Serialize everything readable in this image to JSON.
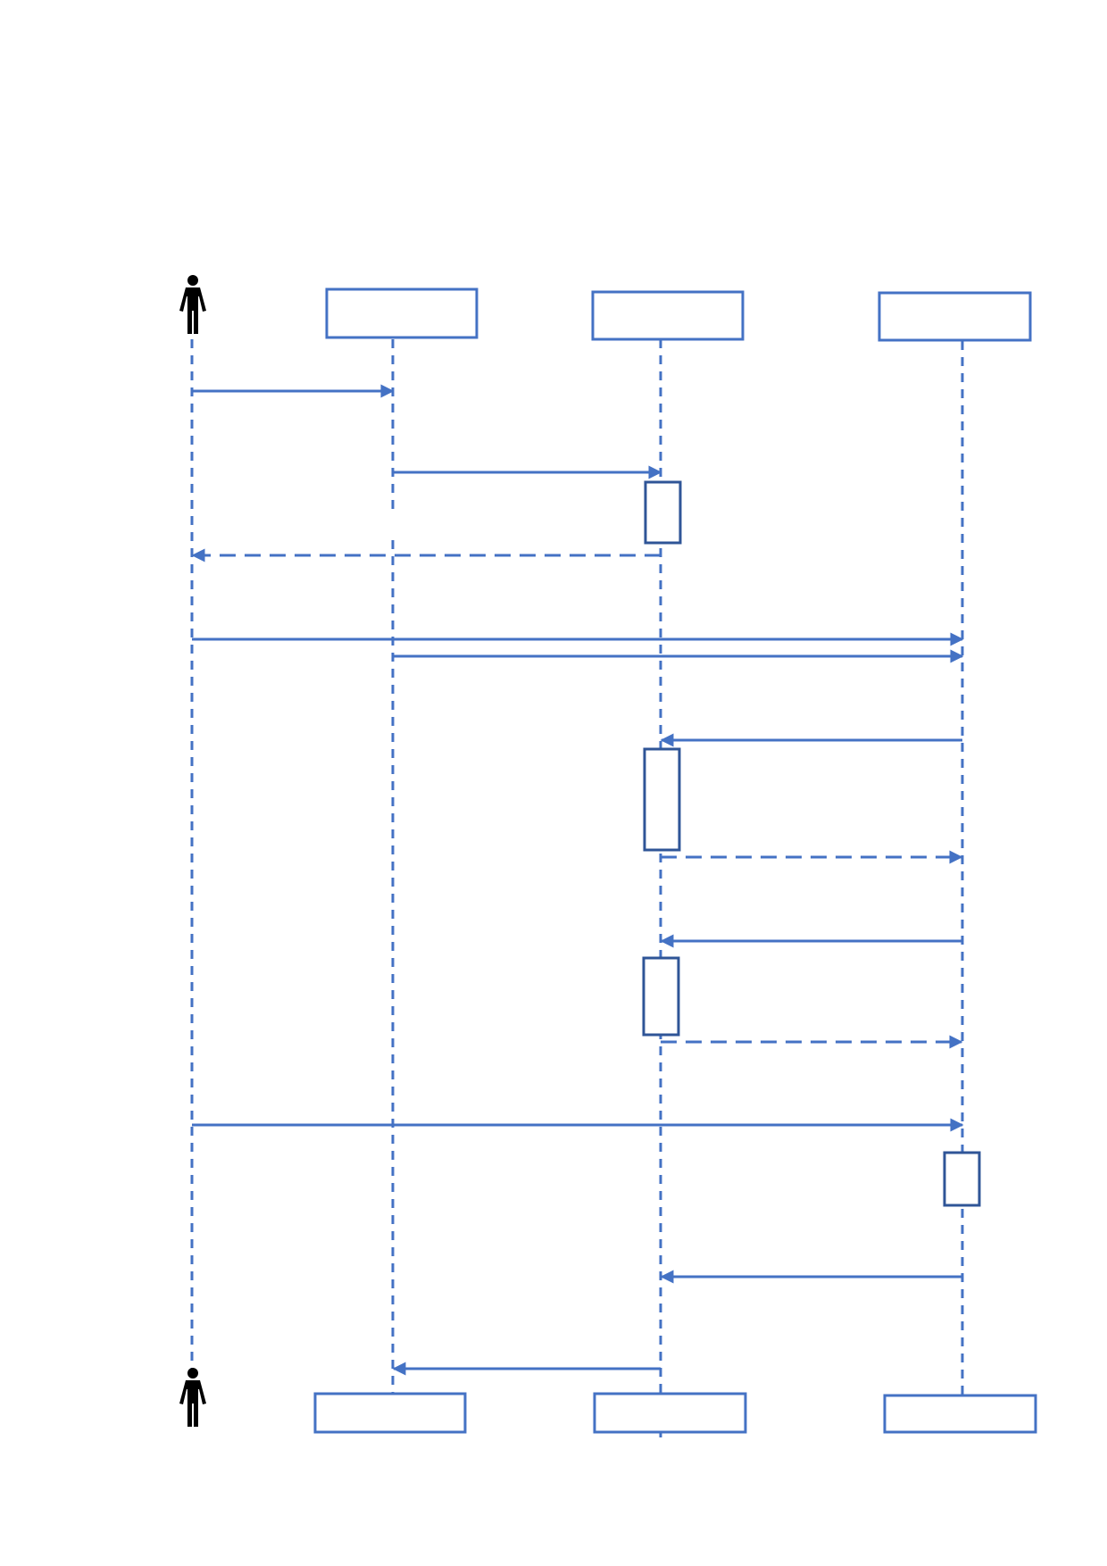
{
  "diagram": {
    "type": "sequence",
    "colors": {
      "line": "#4472c4",
      "activation": "#2f5597",
      "actor": "#000000"
    },
    "participants": [
      {
        "id": "actor",
        "kind": "actor",
        "label": "",
        "icon": "person-icon"
      },
      {
        "id": "p1",
        "kind": "object",
        "label": ""
      },
      {
        "id": "p2",
        "kind": "object",
        "label": ""
      },
      {
        "id": "p3",
        "kind": "object",
        "label": ""
      }
    ],
    "messages": [
      {
        "from": "actor",
        "to": "p1",
        "style": "sync",
        "label": ""
      },
      {
        "from": "p1",
        "to": "p2",
        "style": "sync",
        "label": ""
      },
      {
        "from": "p2",
        "to": "actor",
        "style": "return",
        "label": ""
      },
      {
        "from": "actor",
        "to": "p3",
        "style": "sync",
        "label": ""
      },
      {
        "from": "p1",
        "to": "p3",
        "style": "sync",
        "label": ""
      },
      {
        "from": "p3",
        "to": "p2",
        "style": "sync",
        "label": ""
      },
      {
        "from": "p2",
        "to": "p3",
        "style": "return",
        "label": ""
      },
      {
        "from": "p3",
        "to": "p2",
        "style": "sync",
        "label": ""
      },
      {
        "from": "p2",
        "to": "p3",
        "style": "return",
        "label": ""
      },
      {
        "from": "actor",
        "to": "p3",
        "style": "sync",
        "label": ""
      },
      {
        "from": "p3",
        "to": "p2",
        "style": "sync",
        "label": ""
      },
      {
        "from": "p2",
        "to": "p1",
        "style": "sync",
        "label": ""
      }
    ],
    "activations": [
      {
        "on": "p2"
      },
      {
        "on": "p2"
      },
      {
        "on": "p2"
      },
      {
        "on": "p3"
      }
    ]
  }
}
